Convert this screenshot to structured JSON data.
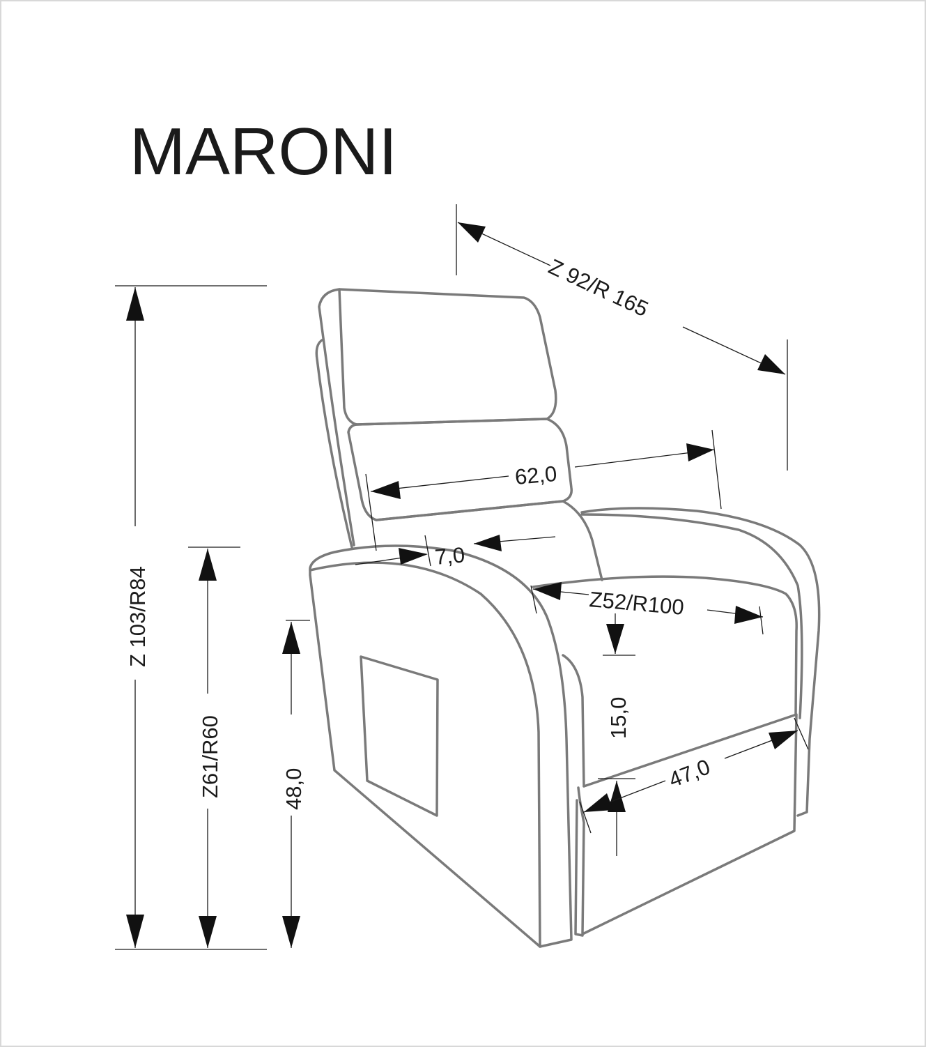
{
  "title": "MARONI",
  "dimensions": {
    "depth": "Z 92/R 165",
    "backrest_width": "62,0",
    "armrest_width": "7,0",
    "seat_depth": "Z52/R100",
    "seat_cushion_height": "15,0",
    "seat_width": "47,0",
    "total_height": "Z 103/R84",
    "armrest_height": "Z61/R60",
    "seat_height": "48,0"
  },
  "colors": {
    "outline": "#7a7a7a",
    "dimension_lines": "#1a1a1a",
    "background": "#ffffff"
  }
}
